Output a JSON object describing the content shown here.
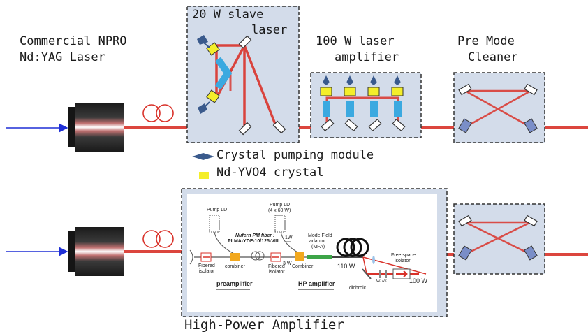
{
  "top": {
    "npro_label_line1": "Commercial NPRO",
    "npro_label_line2": "Nd:YAG Laser",
    "slave_label_line1": "20 W slave",
    "slave_label_line2": "laser",
    "amp_label_line1": "100 W laser",
    "amp_label_line2": "amplifier",
    "pmc_label_line1": "Pre Mode",
    "pmc_label_line2": "Cleaner"
  },
  "legend": {
    "pump_module": "Crystal pumping module",
    "crystal": "Nd-YVO4 crystal"
  },
  "bottom": {
    "title": "High-Power Amplifier",
    "inset": {
      "pump_ld_1": "Pump LD",
      "pump_ld_2_line1": "Pump LD",
      "pump_ld_2_line2": "(4 x 60 W)",
      "fiber_line1": "Nufern PM fiber :",
      "fiber_line2": "PLMA-YDF-10/125-VIII",
      "mfa_line1": "Mode Field",
      "mfa_line2": "adaptor",
      "mfa_line3": "(MFA)",
      "power_1w": "1W",
      "power_3w": "3 W",
      "fibered_isolator_1_line1": "Fibered",
      "fibered_isolator_1_line2": "isolator",
      "combiner_1": "combiner",
      "fibered_isolator_2_line1": "Fibered",
      "fibered_isolator_2_line2": "isolator",
      "combiner_2": "Combiner",
      "power_110w": "110 W",
      "free_space_line1": "Free space",
      "free_space_line2": "isolator",
      "power_100w": "100 W",
      "preamplifier": "preamplifier",
      "hp_amplifier": "HP amplifier",
      "dichroic": "dichroic",
      "waveplate_1": "λ/2",
      "waveplate_2": "λ/2"
    }
  },
  "colors": {
    "beam": "#d9322a",
    "box_fill": "#d3dcea",
    "crystal": "#f4ee2a",
    "rod": "#3ba9e0",
    "pump_module": "#3a5a8c",
    "input_arrow": "#1f2fd6"
  }
}
